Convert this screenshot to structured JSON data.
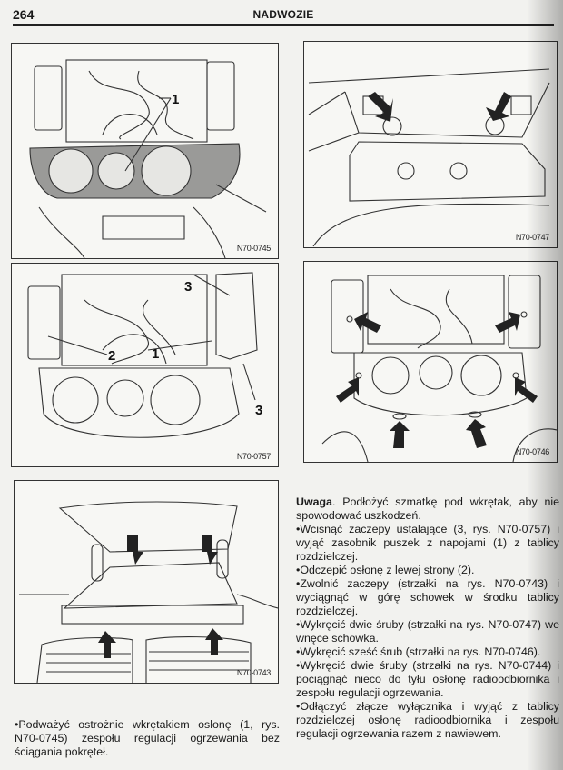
{
  "header": {
    "page_number": "264",
    "section_title": "NADWOZIE"
  },
  "figures": [
    {
      "id": "fig-1",
      "label": "N70-0745",
      "callouts": [
        "1"
      ]
    },
    {
      "id": "fig-2",
      "label": "N70-0747",
      "callouts": []
    },
    {
      "id": "fig-3",
      "label": "N70-0757",
      "callouts": [
        "3",
        "2",
        "1",
        "3"
      ]
    },
    {
      "id": "fig-4",
      "label": "N70-0746",
      "callouts": []
    },
    {
      "id": "fig-5",
      "label": "N70-0743",
      "callouts": []
    }
  ],
  "left_column": {
    "paragraphs": [
      "Podważyć ostrożnie wkrętakiem osłonę (1, rys. N70-0745) zespołu regulacji ogrzewania bez ściągania pokręteł."
    ]
  },
  "right_column": {
    "note_label": "Uwaga",
    "note_text": ". Podłożyć szmatkę pod wkrętak, aby nie spowodować uszkodzeń.",
    "paragraphs": [
      "Wcisnąć zaczepy ustalające (3, rys. N70-0757) i wyjąć zasobnik puszek z napojami (1) z tablicy rozdzielczej.",
      "Odczepić osłonę z lewej strony (2).",
      "Zwolnić zaczepy (strzałki na rys. N70-0743) i wyciągnąć w górę schowek w środku tablicy rozdzielczej.",
      "Wykręcić dwie śruby (strzałki na rys. N70-0747) we wnęce schowka.",
      "Wykręcić sześć śrub (strzałki na rys. N70-0746).",
      "Wykręcić dwie śruby (strzałki na rys. N70-0744) i pociągnąć nieco do tyłu osłonę radioodbiornika i zespołu regulacji ogrzewania.",
      "Odłączyć złącze wyłącznika i wyjąć z tablicy rozdzielczej osłonę radioodbiornika i zespołu regulacji ogrzewania razem z nawiewem."
    ]
  }
}
